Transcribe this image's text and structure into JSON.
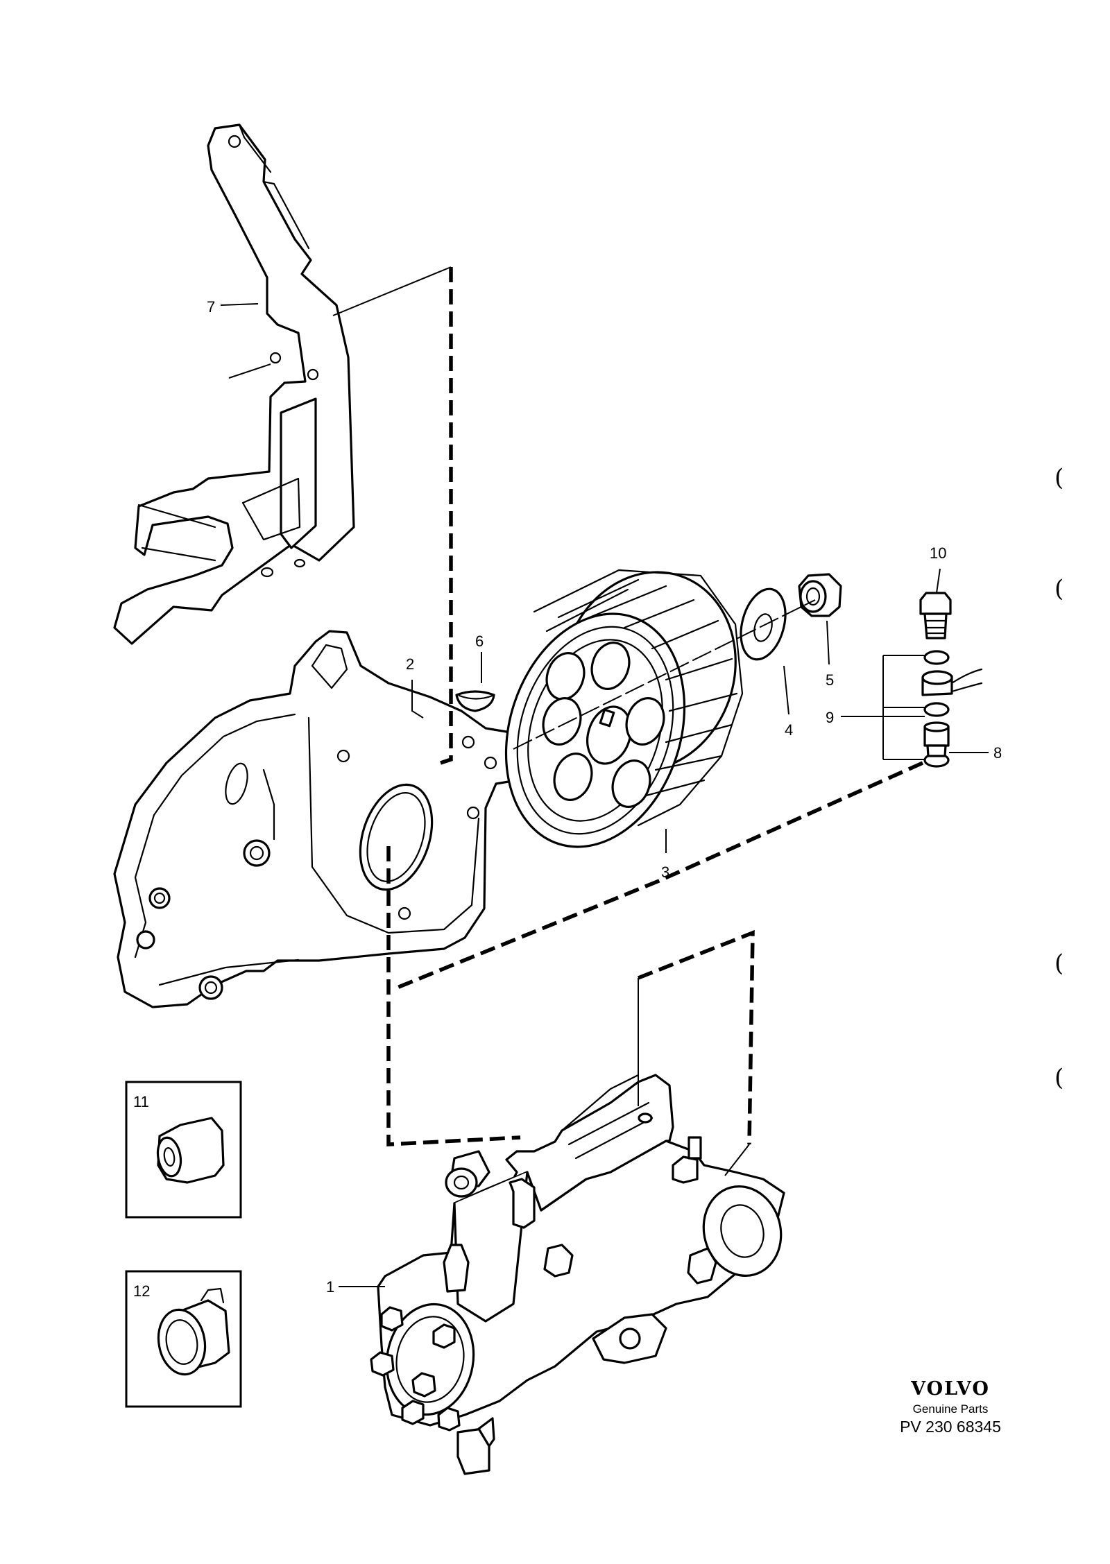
{
  "callouts": {
    "c1": "1",
    "c2": "2",
    "c3": "3",
    "c4": "4",
    "c5": "5",
    "c6": "6",
    "c7": "7",
    "c8": "8",
    "c9": "9",
    "c10": "10",
    "c11": "11",
    "c12": "12"
  },
  "margin_marks": [
    "(",
    "(",
    "(",
    "("
  ],
  "brand": {
    "logo": "VOLVO",
    "subtitle": "Genuine Parts",
    "code": "PV 230 68345"
  }
}
